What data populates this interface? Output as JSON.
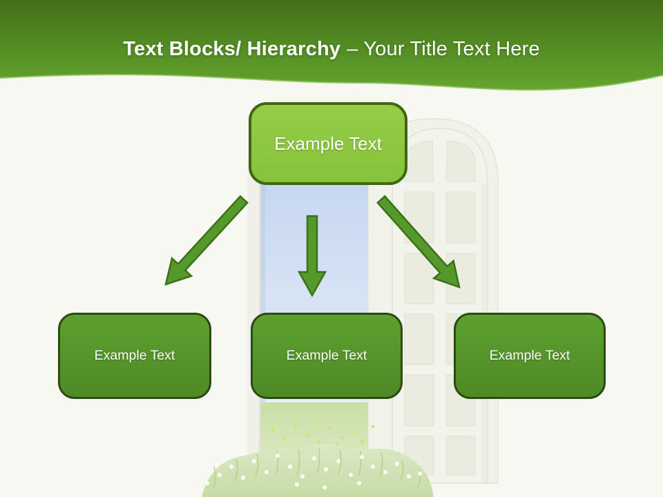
{
  "header": {
    "title_bold": "Text Blocks/ Hierarchy",
    "title_rest": "– Your Title Text Here"
  },
  "diagram": {
    "root": {
      "label": "Example Text"
    },
    "children": [
      {
        "label": "Example Text"
      },
      {
        "label": "Example Text"
      },
      {
        "label": "Example Text"
      }
    ]
  },
  "colors": {
    "header_green_top": "#456d18",
    "header_green_bottom": "#64a52e",
    "wave_highlight": "#8fc157",
    "root_box_fill": "#8dc83e",
    "root_box_border": "#406615",
    "child_box_fill": "#55962b",
    "child_box_border": "#2d4a10",
    "arrow_fill": "#55992c",
    "arrow_outline": "#3c7017",
    "sky_top": "#c3d4ef",
    "sky_bottom": "#e6effa",
    "meadow_green": "#cde3ad",
    "door_white": "#f2f3eb",
    "slide_background": "#f6f8f1",
    "text_color": "#ffffff"
  }
}
